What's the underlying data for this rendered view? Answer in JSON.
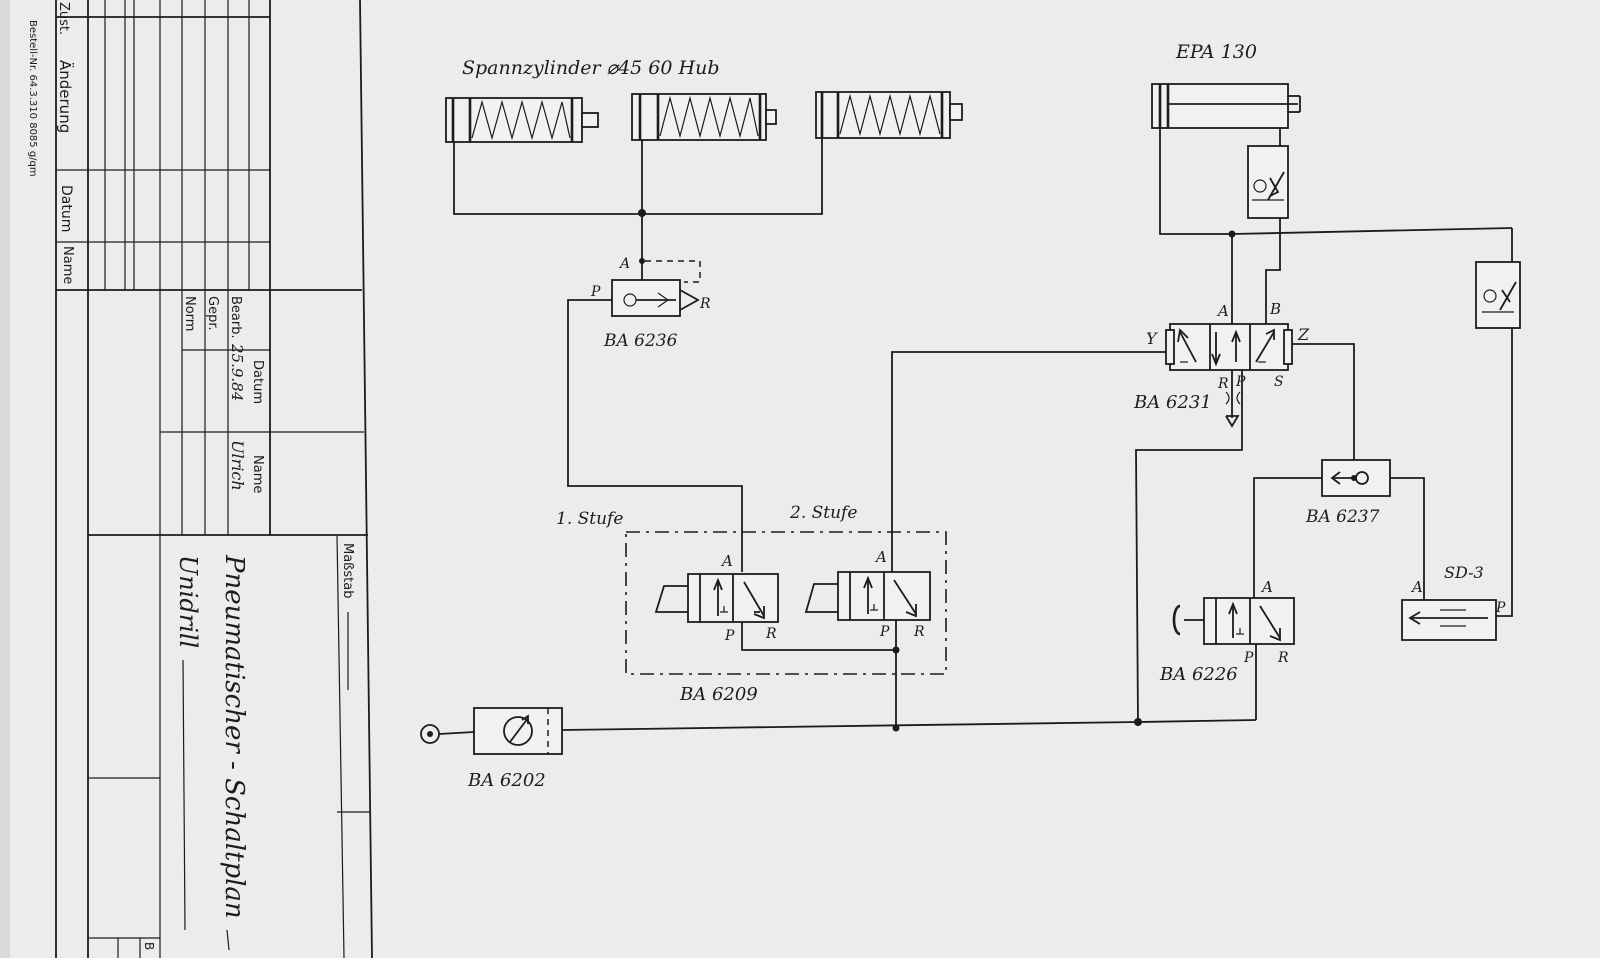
{
  "title_block": {
    "order_no": "Bestell-Nr. 64.3.310 8085 g/qm",
    "col_ust": "Zust.",
    "col_anderung": "Änderung",
    "col_datum": "Datum",
    "col_name": "Name",
    "label_bearb": "Bearb.",
    "label_gepr": "Gepr.",
    "label_norm": "Norm",
    "head_datum": "Datum",
    "head_name": "Name",
    "bearb_date": "25.9.84",
    "bearb_name": "Ulrich",
    "massstab": "Maßstab",
    "drawing_title": "Pneumatischer - Schaltplan",
    "drawing_name": "Unidrill",
    "corner_letter": "B"
  },
  "diagram": {
    "cylinder_title": "Spannzylinder  ⌀45   60 Hub",
    "epa_label": "EPA 130",
    "stage1": "1. Stufe",
    "stage2": "2. Stufe",
    "valve_6236": {
      "name": "BA 6236",
      "port_a": "A",
      "port_p": "P",
      "port_r": "R"
    },
    "valve_6209": {
      "name": "BA 6209",
      "port_a1": "A",
      "port_p1": "P",
      "port_r1": "R",
      "port_a2": "A",
      "port_p2": "P",
      "port_r2": "R"
    },
    "valve_6231": {
      "name": "BA 6231",
      "port_a": "A",
      "port_b": "B",
      "port_y": "Y",
      "port_z": "Z",
      "port_r": "R",
      "port_p": "P",
      "port_s": "S"
    },
    "valve_6237": {
      "name": "BA 6237"
    },
    "valve_6226": {
      "name": "BA 6226",
      "port_a": "A",
      "port_p": "P",
      "port_r": "R"
    },
    "sd3": {
      "name": "SD-3",
      "port_a": "A",
      "port_p": "P"
    },
    "unit_6202": {
      "name": "BA 6202"
    }
  }
}
